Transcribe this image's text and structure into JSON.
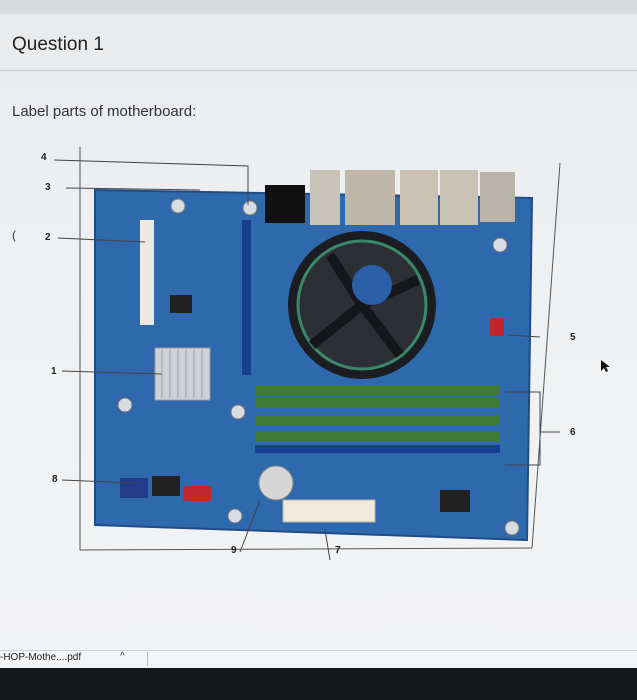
{
  "question": {
    "title": "Question 1",
    "prompt": "Label parts of motherboard:",
    "paren": "("
  },
  "labels": {
    "l1": "1",
    "l2": "2",
    "l3": "3",
    "l4": "4",
    "l5": "5",
    "l6": "6",
    "l7": "7",
    "l8": "8",
    "l9": "9"
  },
  "download": {
    "filename": "-HOP-Mothe....pdf",
    "chevron": "^"
  },
  "icons": {
    "cursor": "cursor-icon",
    "chevron": "chevron-up-icon",
    "cpu_fan": "fan-icon"
  },
  "colors": {
    "board": "#2f69ad",
    "ram_green": "#3f7a35",
    "background": "#eef0f2"
  }
}
